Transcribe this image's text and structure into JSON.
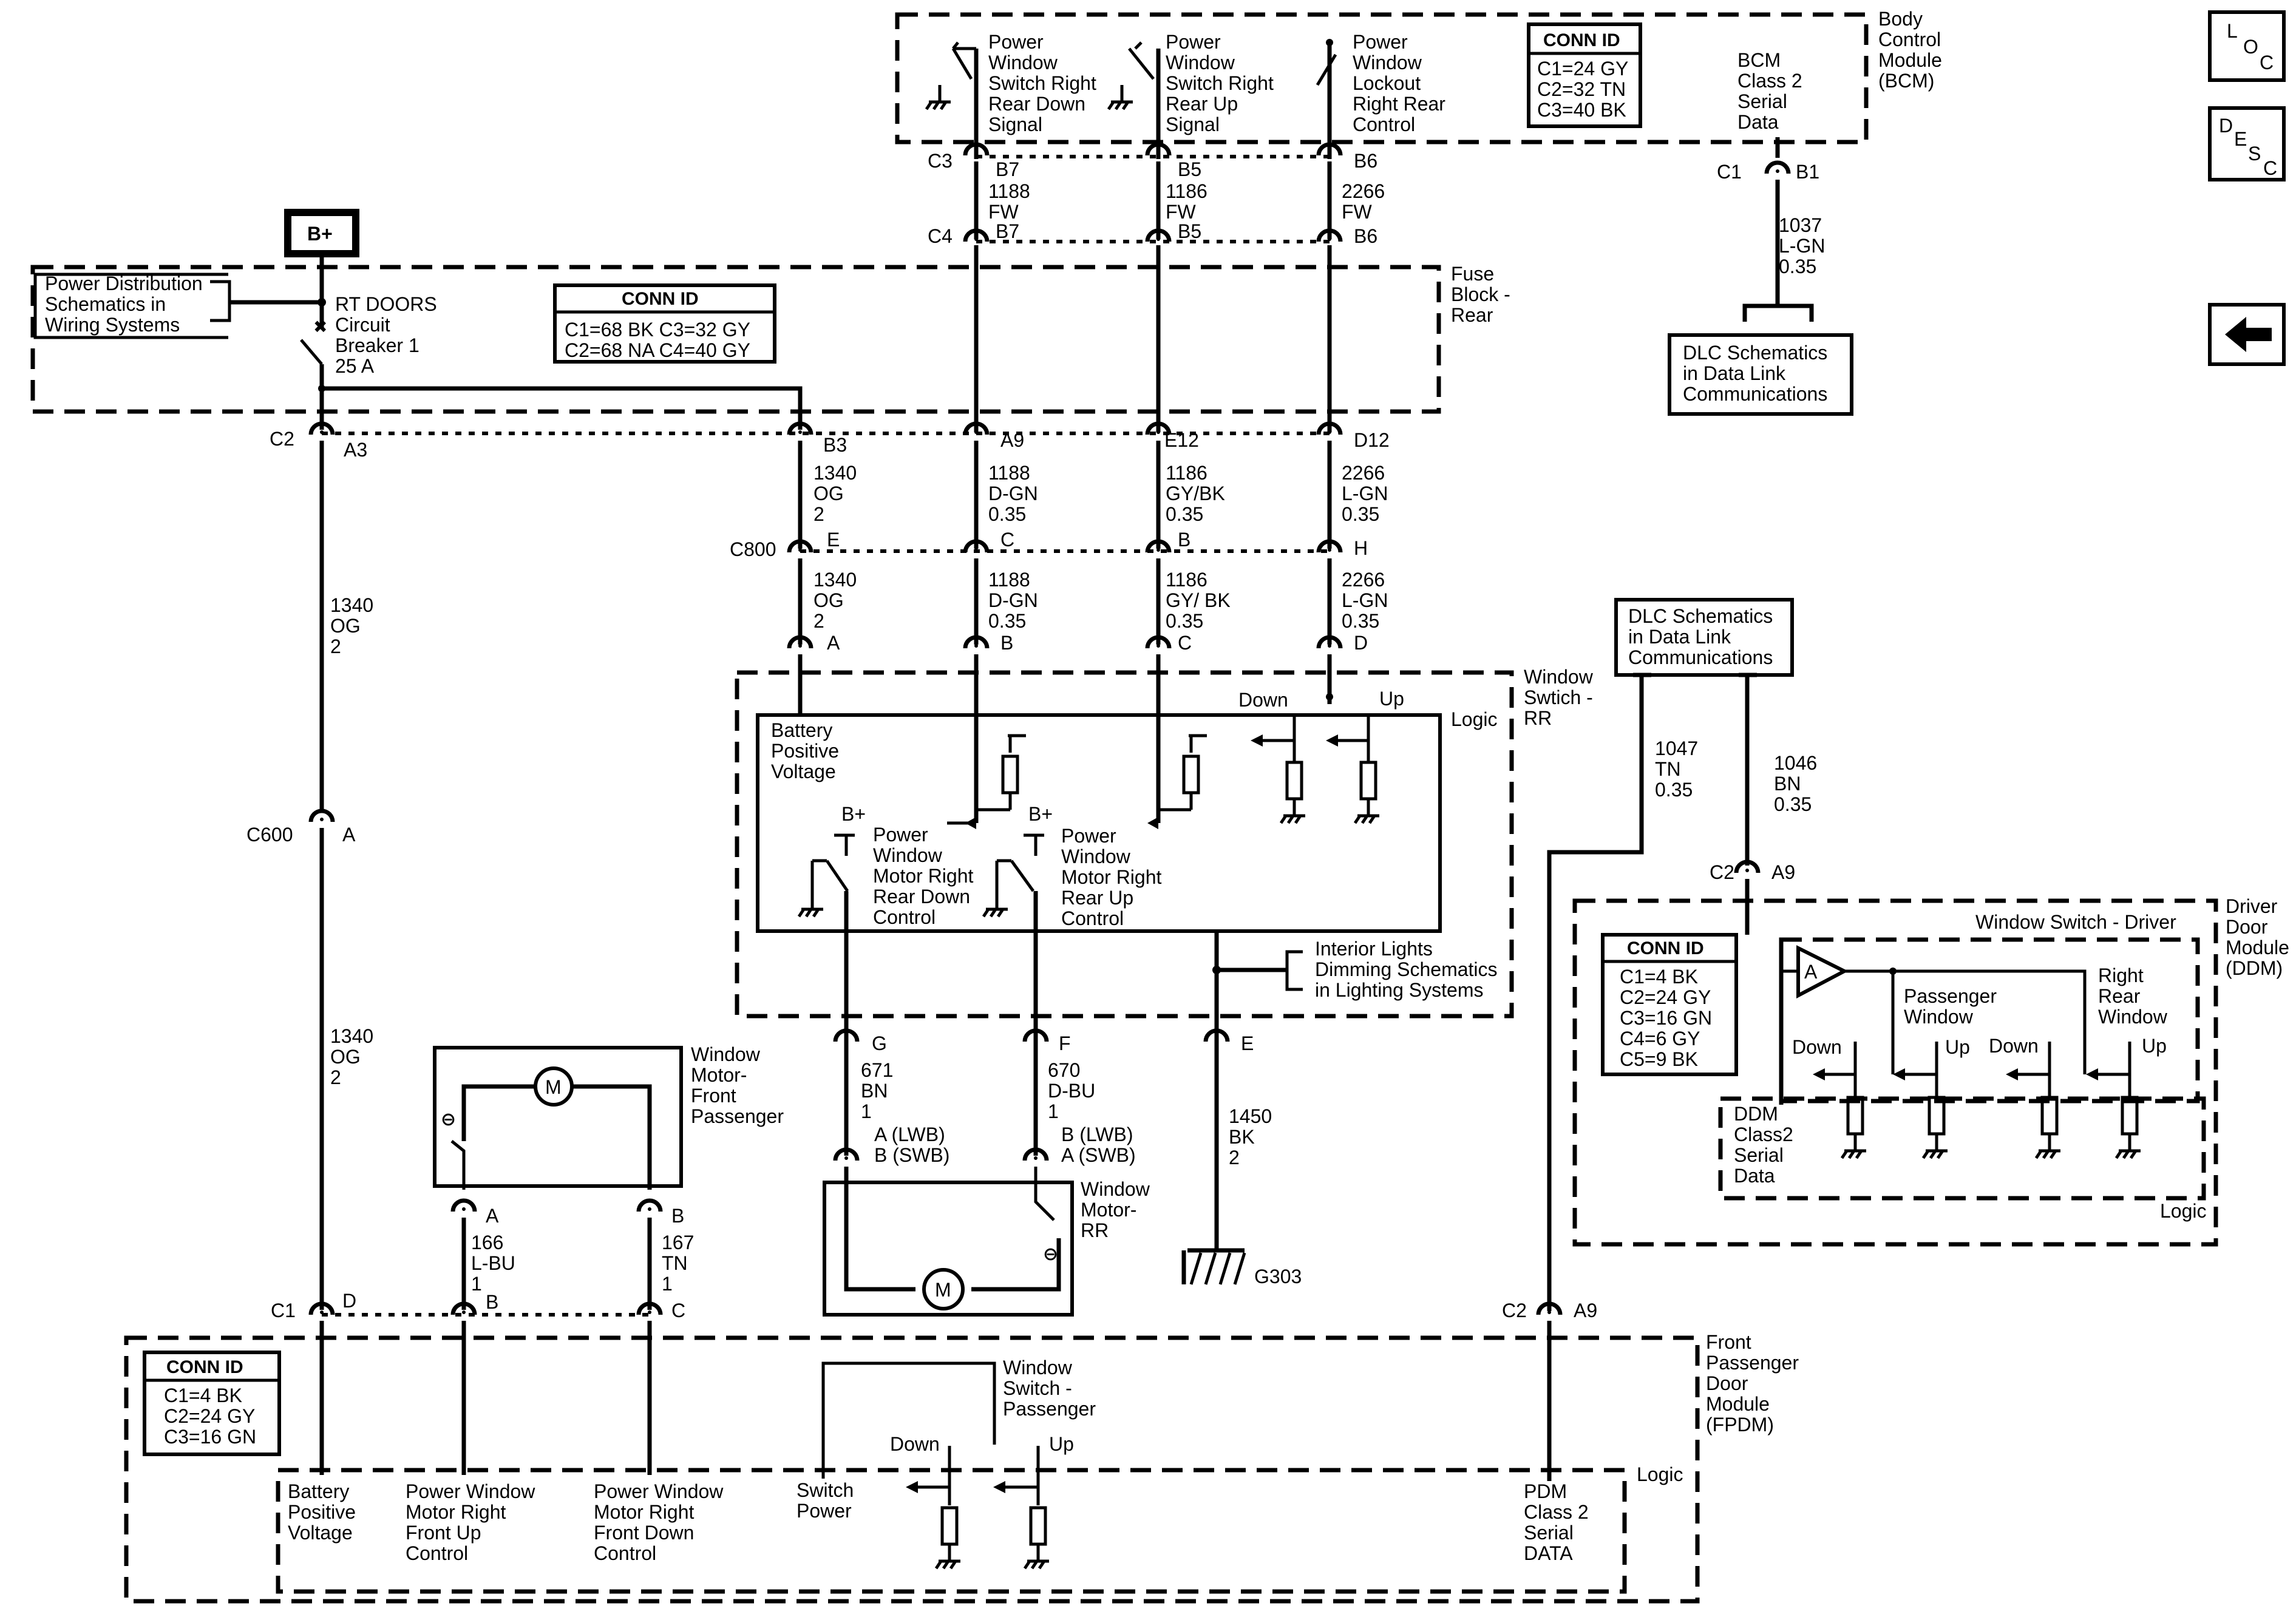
{
  "side_buttons": {
    "loc": [
      "L",
      "O",
      "C"
    ],
    "desc": [
      "D",
      "E",
      "S",
      "C"
    ],
    "back": "back-arrow-icon"
  },
  "bplus": "B+",
  "bcm": {
    "title": [
      "Body",
      "Control",
      "Module",
      "(BCM)"
    ],
    "conn_title": "CONN ID",
    "conn": [
      "C1=24 GY",
      "C2=32 TN",
      "C3=40 BK"
    ],
    "sw1": [
      "Power",
      "Window",
      "Switch Right",
      "Rear Down",
      "Signal"
    ],
    "sw2": [
      "Power",
      "Window",
      "Switch Right",
      "Rear Up",
      "Signal"
    ],
    "sw3": [
      "Power",
      "Window",
      "Lockout",
      "Right Rear",
      "Control"
    ],
    "serial": [
      "BCM",
      "Class 2",
      "Serial",
      "Data"
    ],
    "c3": "C3",
    "c4": "C4",
    "c1": "C1",
    "b1": "B1",
    "pins_top": [
      "B7",
      "B5",
      "B6"
    ],
    "pins_bottom": [
      "B7",
      "B5",
      "B6"
    ],
    "wires": [
      [
        "1188",
        "FW"
      ],
      [
        "1186",
        "FW"
      ],
      [
        "2266",
        "FW"
      ]
    ],
    "serial_wire": [
      "1037",
      "L-GN",
      "0.35"
    ]
  },
  "dlc_top": [
    "DLC Schematics",
    "in Data Link",
    "Communications"
  ],
  "power_dist": [
    "Power Distribution",
    "Schematics in",
    "Wiring Systems"
  ],
  "breaker": [
    "RT DOORS",
    "Circuit",
    "Breaker 1",
    "25 A"
  ],
  "fuse_block": {
    "title": [
      "Fuse",
      "Block -",
      "Rear"
    ],
    "conn_title": "CONN ID",
    "conn": [
      "C1=68 BK  C3=32 GY",
      "C2=68 NA  C4=40 GY"
    ],
    "c2": "C2",
    "a3": "A3",
    "pins": [
      "B3",
      "A9",
      "E12",
      "D12"
    ]
  },
  "wires_mid": [
    [
      "1340",
      "OG",
      "2"
    ],
    [
      "1188",
      "D-GN",
      "0.35"
    ],
    [
      "1186",
      "GY/BK",
      "0.35"
    ],
    [
      "2266",
      "L-GN",
      "0.35"
    ]
  ],
  "c800": {
    "label": "C800",
    "pins": [
      "E",
      "C",
      "B",
      "H"
    ]
  },
  "wires_low": [
    [
      "1340",
      "OG",
      "2"
    ],
    [
      "1188",
      "D-GN",
      "0.35"
    ],
    [
      "1186",
      "GY/ BK",
      "0.35"
    ],
    [
      "2266",
      "L-GN",
      "0.35"
    ]
  ],
  "ws_pins": [
    "A",
    "B",
    "C",
    "D"
  ],
  "left_wire": [
    "1340",
    "OG",
    "2"
  ],
  "c600": {
    "label": "C600",
    "pin": "A"
  },
  "left_wire2": [
    "1340",
    "OG",
    "2"
  ],
  "window_switch_rr": {
    "title": [
      "Window",
      "Swtich -",
      "RR"
    ],
    "logic": "Logic",
    "batt": [
      "Battery",
      "Positive",
      "Voltage"
    ],
    "down": "Down",
    "up": "Up",
    "bplus": "B+",
    "m_down": [
      "Power",
      "Window",
      "Motor Right",
      "Rear Down",
      "Control"
    ],
    "m_up": [
      "Power",
      "Window",
      "Motor Right",
      "Rear Up",
      "Control"
    ],
    "interior": [
      "Interior Lights",
      "Dimming Schematics",
      "in Lighting Systems"
    ],
    "pins_bottom": [
      "G",
      "F",
      "E"
    ]
  },
  "motor_rr": {
    "title": [
      "Window",
      "Motor-",
      "RR"
    ],
    "wire1": [
      "671",
      "BN",
      "1"
    ],
    "wire2": [
      "670",
      "D-BU",
      "1"
    ],
    "wire3": [
      "1450",
      "BK",
      "2"
    ],
    "pin1": [
      "A (LWB)",
      "B (SWB)"
    ],
    "pin2": [
      "B (LWB)",
      "A (SWB)"
    ],
    "m": "M",
    "ground": "G303"
  },
  "motor_fp": {
    "title": [
      "Window",
      "Motor-",
      "Front",
      "Passenger"
    ],
    "m": "M",
    "pins": [
      "A",
      "B"
    ],
    "wire1": [
      "166",
      "L-BU",
      "1"
    ],
    "wire2": [
      "167",
      "TN",
      "1"
    ]
  },
  "dlc_right": [
    "DLC Schematics",
    "in Data Link",
    "Communications"
  ],
  "wire_1047": [
    "1047",
    "TN",
    "0.35"
  ],
  "wire_1046": [
    "1046",
    "BN",
    "0.35"
  ],
  "ddm": {
    "title": [
      "Driver",
      "Door",
      "Module",
      "(DDM)"
    ],
    "sub": "Window Switch - Driver",
    "c2": "C2",
    "a9": "A9",
    "conn_title": "CONN ID",
    "conn": [
      "C1=4 BK",
      "C2=24 GY",
      "C3=16 GN",
      "C4=6 GY",
      "C5=9 BK"
    ],
    "amp": "A",
    "passenger": [
      "Passenger",
      "Window"
    ],
    "right_rear": [
      "Right",
      "Rear",
      "Window"
    ],
    "labels": [
      "Down",
      "Up",
      "Down",
      "Up"
    ],
    "serial": [
      "DDM",
      "Class2",
      "Serial",
      "Data"
    ],
    "logic": "Logic"
  },
  "fpdm": {
    "title": [
      "Front",
      "Passenger",
      "Door",
      "Module",
      "(FPDM)"
    ],
    "conn_title": "CONN ID",
    "conn": [
      "C1=4 BK",
      "C2=24 GY",
      "C3=16 GN"
    ],
    "c1": "C1",
    "c2": "C2",
    "pins": [
      "D",
      "B",
      "C",
      "A9"
    ],
    "batt": [
      "Battery",
      "Positive",
      "Voltage"
    ],
    "up_ctrl": [
      "Power Window",
      "Motor Right",
      "Front Up",
      "Control"
    ],
    "down_ctrl": [
      "Power Window",
      "Motor Right",
      "Front Down",
      "Control"
    ],
    "switch_power": [
      "Switch",
      "Power"
    ],
    "ws_pass": [
      "Window",
      "Switch -",
      "Passenger"
    ],
    "down": "Down",
    "up": "Up",
    "pdm": [
      "PDM",
      "Class 2",
      "Serial",
      "DATA"
    ],
    "logic": "Logic"
  }
}
